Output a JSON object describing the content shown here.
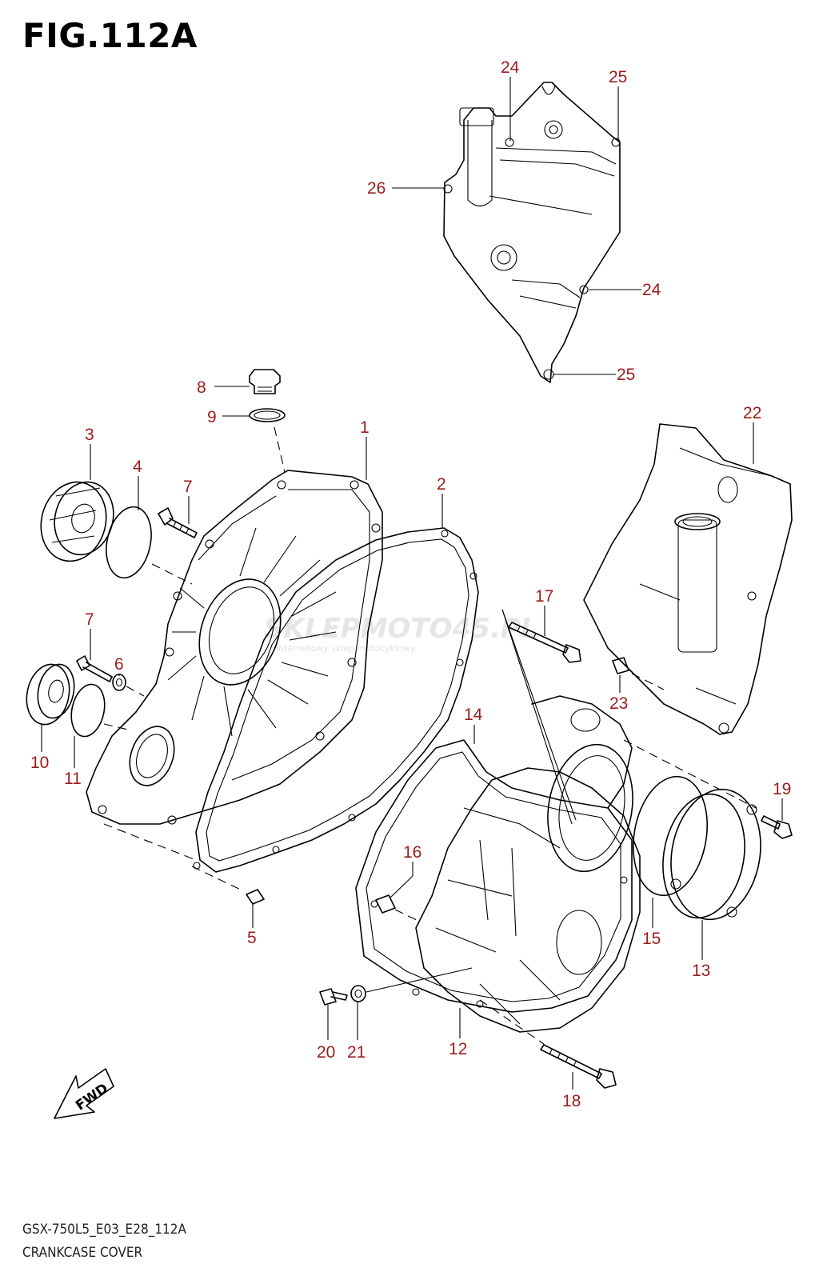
{
  "figure": {
    "title": "FIG.112A",
    "code": "GSX-750L5_E03_E28_112A",
    "name": "CRANKCASE COVER"
  },
  "watermark": {
    "brand_a": "SKLEP",
    "brand_b": "MOTO",
    "brand_c": "45",
    "brand_d": ".PL",
    "tagline": "internetowy sklep motocyklowy"
  },
  "fwd_label": "FWD",
  "callouts": [
    {
      "id": "c1",
      "label": "1"
    },
    {
      "id": "c2",
      "label": "2"
    },
    {
      "id": "c3",
      "label": "3"
    },
    {
      "id": "c4",
      "label": "4"
    },
    {
      "id": "c5",
      "label": "5"
    },
    {
      "id": "c6",
      "label": "6"
    },
    {
      "id": "c7a",
      "label": "7"
    },
    {
      "id": "c7b",
      "label": "7"
    },
    {
      "id": "c8",
      "label": "8"
    },
    {
      "id": "c9",
      "label": "9"
    },
    {
      "id": "c10",
      "label": "10"
    },
    {
      "id": "c11",
      "label": "11"
    },
    {
      "id": "c12",
      "label": "12"
    },
    {
      "id": "c13",
      "label": "13"
    },
    {
      "id": "c14",
      "label": "14"
    },
    {
      "id": "c15",
      "label": "15"
    },
    {
      "id": "c16",
      "label": "16"
    },
    {
      "id": "c17",
      "label": "17"
    },
    {
      "id": "c18",
      "label": "18"
    },
    {
      "id": "c19",
      "label": "19"
    },
    {
      "id": "c20",
      "label": "20"
    },
    {
      "id": "c21",
      "label": "21"
    },
    {
      "id": "c22",
      "label": "22"
    },
    {
      "id": "c23",
      "label": "23"
    },
    {
      "id": "c24a",
      "label": "24"
    },
    {
      "id": "c24b",
      "label": "24"
    },
    {
      "id": "c25a",
      "label": "25"
    },
    {
      "id": "c25b",
      "label": "25"
    },
    {
      "id": "c26",
      "label": "26"
    }
  ],
  "colors": {
    "callout": "#9b1c1c",
    "line": "#000000",
    "watermark": "#e6e6e6"
  }
}
